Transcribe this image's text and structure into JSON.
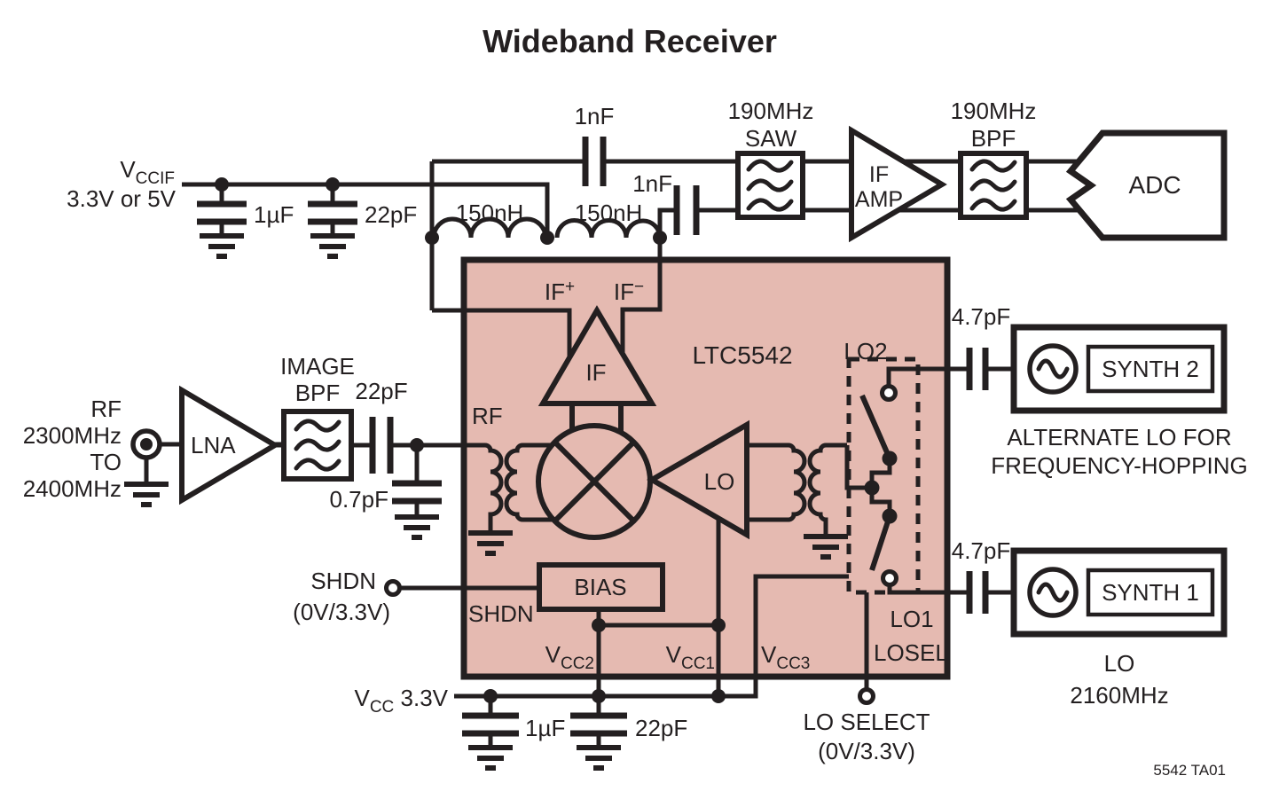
{
  "title": "Wideband Receiver",
  "footer": "5542 TA01",
  "colors": {
    "ink": "#231f20",
    "chip_fill": "#e5bab1"
  },
  "vccif": {
    "v": "V",
    "sub": "CCIF",
    "voltage": "3.3V or 5V",
    "cap1": "1µF",
    "cap2": "22pF"
  },
  "if_network": {
    "choke1": "150nH",
    "choke2": "150nH",
    "cap_top": "1nF",
    "cap_bottom": "1nF"
  },
  "if_chain": {
    "saw_line1": "190MHz",
    "saw_line2": "SAW",
    "amp_line1": "IF",
    "amp_line2": "AMP",
    "bpf_line1": "190MHz",
    "bpf_line2": "BPF",
    "adc": "ADC"
  },
  "rf_input": {
    "line1": "RF",
    "line2": "2300MHz",
    "line3": "TO",
    "line4": "2400MHz",
    "lna": "LNA",
    "filter_line1": "IMAGE",
    "filter_line2": "BPF",
    "series_cap": "22pF",
    "shunt_cap": "0.7pF"
  },
  "chip": {
    "name": "LTC5542",
    "pin_rf": "RF",
    "ifp": {
      "base": "IF",
      "sup": "+"
    },
    "ifm": {
      "base": "IF",
      "sup": "−"
    },
    "if_amp": "IF",
    "lo_amp": "LO",
    "bias": "BIAS",
    "pin_shdn": "SHDN",
    "vcc2": {
      "v": "V",
      "sub": "CC2"
    },
    "vcc1": {
      "v": "V",
      "sub": "CC1"
    },
    "vcc3": {
      "v": "V",
      "sub": "CC3"
    },
    "lo2": "LO2",
    "lo1": "LO1",
    "losel": "LOSEL"
  },
  "shdn_input": {
    "label": "SHDN",
    "levels": "(0V/3.3V)"
  },
  "vcc": {
    "v": "V",
    "sub": "CC",
    "rest": " 3.3V",
    "cap1": "1µF",
    "cap2": "22pF"
  },
  "lo_select": {
    "label": "LO SELECT",
    "levels": "(0V/3.3V)"
  },
  "lo2_path": {
    "cap": "4.7pF",
    "synth": "SYNTH 2",
    "note1": "ALTERNATE LO FOR",
    "note2": "FREQUENCY-HOPPING"
  },
  "lo1_path": {
    "cap": "4.7pF",
    "synth": "SYNTH 1",
    "note1": "LO",
    "note2": "2160MHz"
  }
}
